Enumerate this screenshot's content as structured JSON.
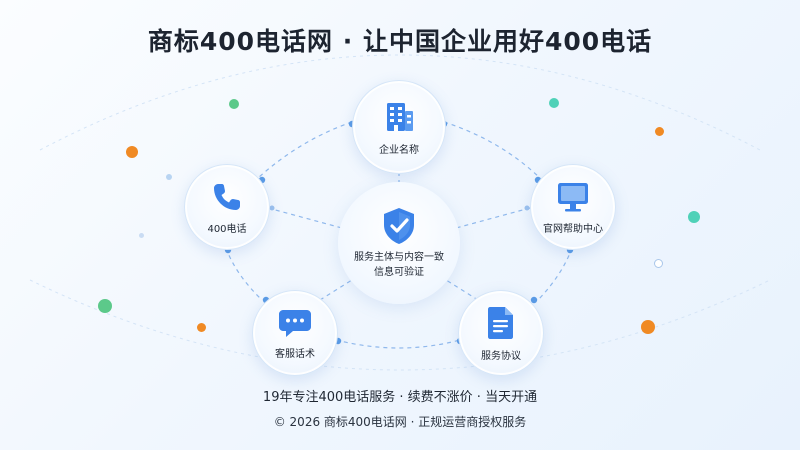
{
  "header": {
    "title": "商标400电话网 · 让中国企业用好400电话"
  },
  "nodes": {
    "company": {
      "label": "企业名称"
    },
    "phone": {
      "label": "400电话"
    },
    "website": {
      "label": "官网帮助中心"
    },
    "script": {
      "label": "客服话术"
    },
    "agreement": {
      "label": "服务协议"
    }
  },
  "center": {
    "line1": "服务主体与内容一致",
    "line2": "信息可验证"
  },
  "footer": {
    "tagline": "19年专注400电话服务 · 续费不涨价 · 当天开通",
    "copyright": "© 2026 商标400电话网 · 正规运营商授权服务"
  },
  "colors": {
    "accent": "#3b82e8",
    "line": "#8fb8ec",
    "orange": "#f08a24",
    "green": "#5cc98a",
    "teal": "#4fd1b8"
  },
  "icons": {
    "company": "building-icon",
    "phone": "phone-icon",
    "website": "monitor-icon",
    "script": "chat-bubble-icon",
    "agreement": "document-icon",
    "center": "shield-check-icon"
  }
}
